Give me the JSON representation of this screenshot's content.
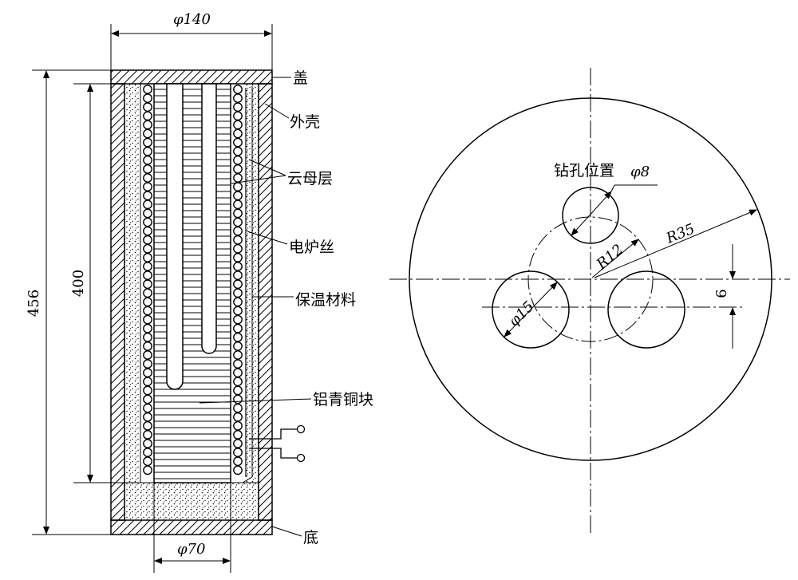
{
  "left_view": {
    "dims": {
      "top_width": "φ140",
      "total_height": "456",
      "inner_height": "400",
      "bottom_width": "φ70"
    },
    "labels": {
      "lid": "盖",
      "shell": "外壳",
      "mica": "云母层",
      "heater": "电炉丝",
      "insulation": "保温材料",
      "bronze_block": "铝青铜块",
      "bottom": "底"
    }
  },
  "right_view": {
    "drill_label": "钻孔位置",
    "drill_dia": "φ8",
    "r12": "R12",
    "r35": "R35",
    "dia15": "φ15",
    "offset": "6"
  }
}
